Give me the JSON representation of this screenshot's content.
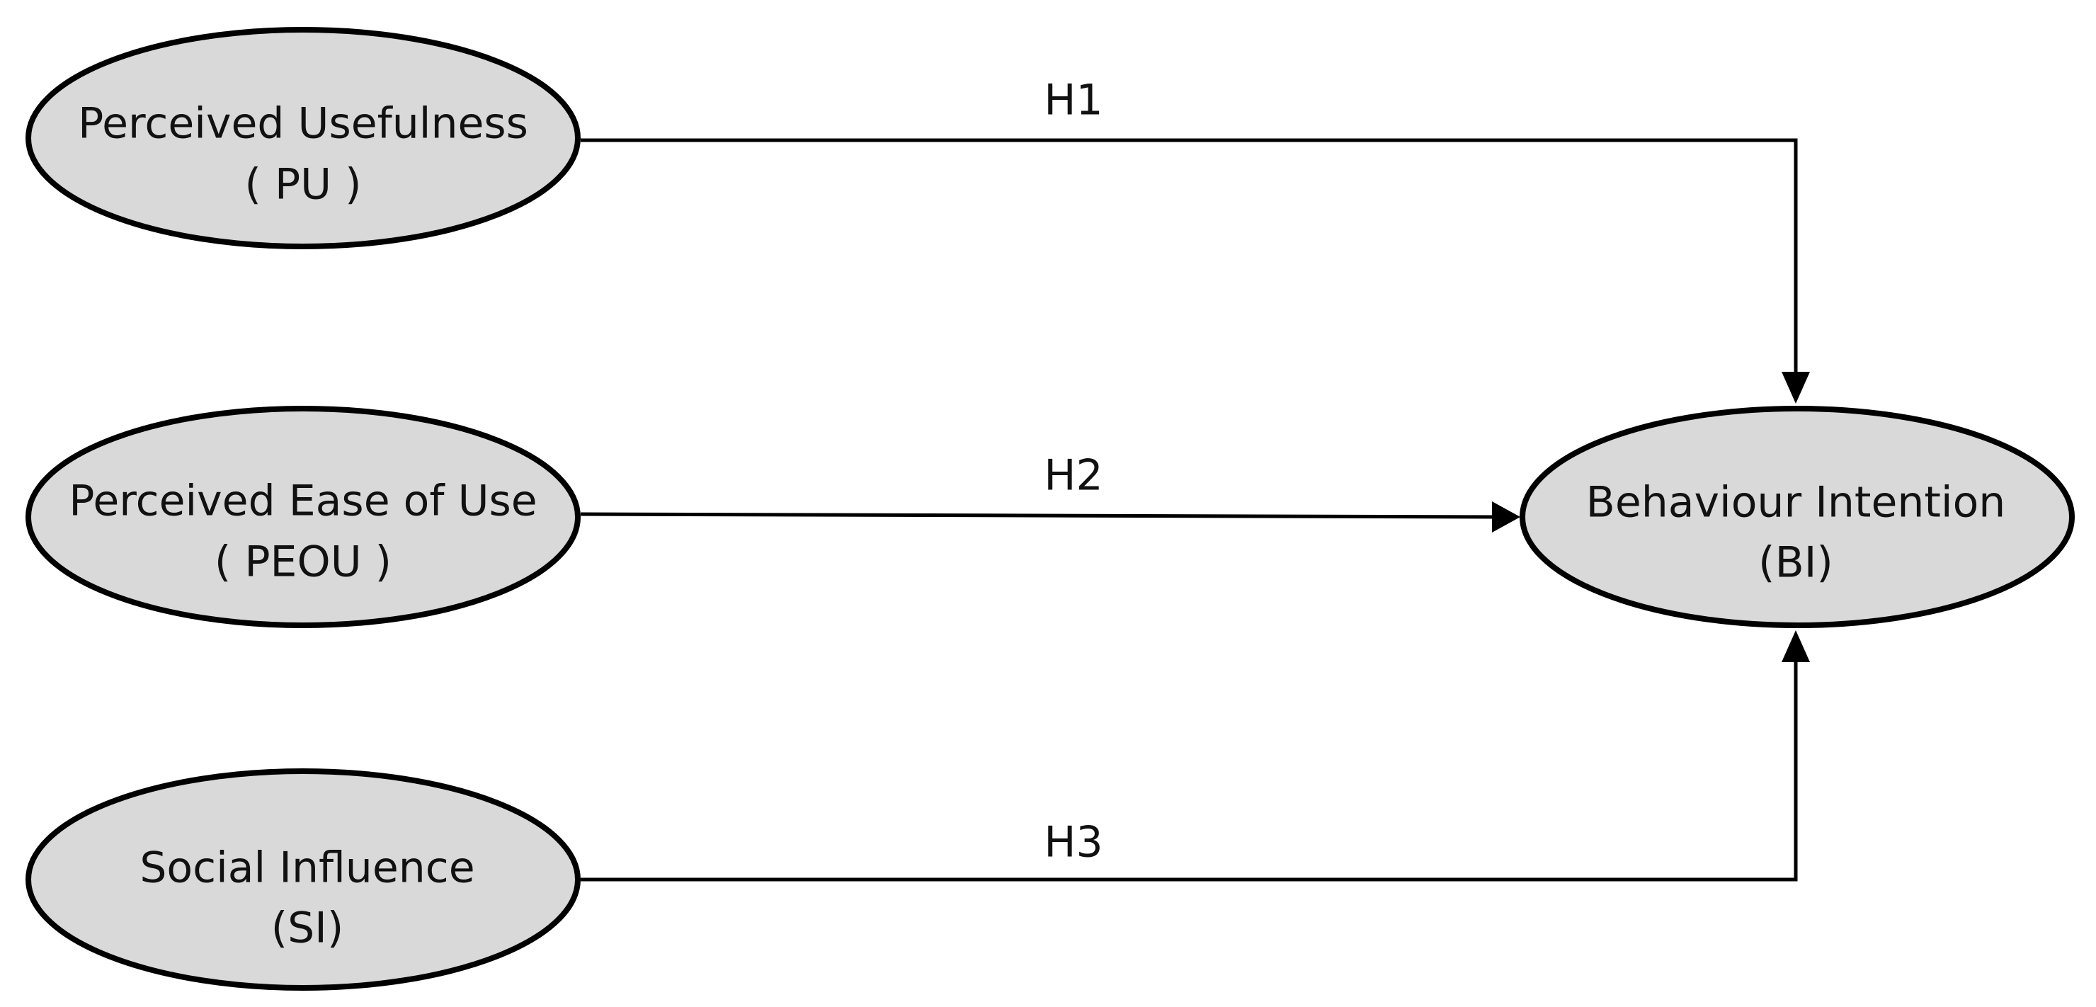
{
  "nodes": {
    "pu": {
      "line1": "Perceived Usefulness",
      "line2": "( PU )"
    },
    "peou": {
      "line1": "Perceived Ease of Use",
      "line2": "( PEOU )"
    },
    "si": {
      "line1": "Social Influence",
      "line2": "(SI)"
    },
    "bi": {
      "line1": "Behaviour Intention",
      "line2": "(BI)"
    }
  },
  "edges": {
    "h1": {
      "label": "H1"
    },
    "h2": {
      "label": "H2"
    },
    "h3": {
      "label": "H3"
    }
  },
  "colors": {
    "node_fill": "#d9d9d9",
    "stroke": "#000000",
    "text": "#111111",
    "background": "#ffffff"
  }
}
